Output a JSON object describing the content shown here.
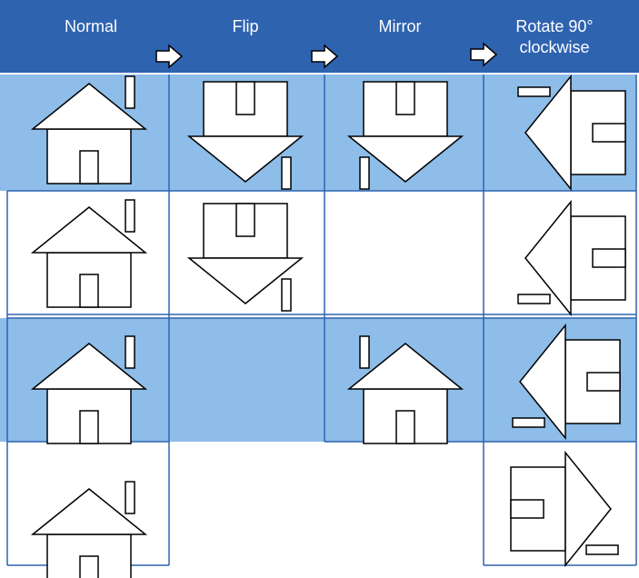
{
  "header": {
    "columns": [
      {
        "label": "Normal"
      },
      {
        "label": "Flip"
      },
      {
        "label": "Mirror"
      },
      {
        "label": "Rotate 90°\nclockwise"
      }
    ]
  },
  "colors": {
    "header_bg": "#2E63B0",
    "row_fill": "#8DBDE8",
    "border": "#2E63B0",
    "header_text": "#FFFFFF",
    "stroke": "#000000"
  },
  "rows": [
    {
      "cells": [
        "normal",
        "flip",
        "mirror",
        "rotate90"
      ],
      "shaded": true
    },
    {
      "cells": [
        "normal",
        "flip",
        "empty",
        "rotate90-flipped"
      ],
      "shaded": false
    },
    {
      "cells": [
        "normal",
        "empty",
        "mirror-up",
        "rotate90-ccw"
      ],
      "shaded": true
    },
    {
      "cells": [
        "normal",
        "empty",
        "empty",
        "rotate90-ccw-flipped"
      ],
      "shaded": false
    }
  ],
  "icons": {
    "house": "house-icon",
    "arrow": "right-arrow-icon"
  }
}
